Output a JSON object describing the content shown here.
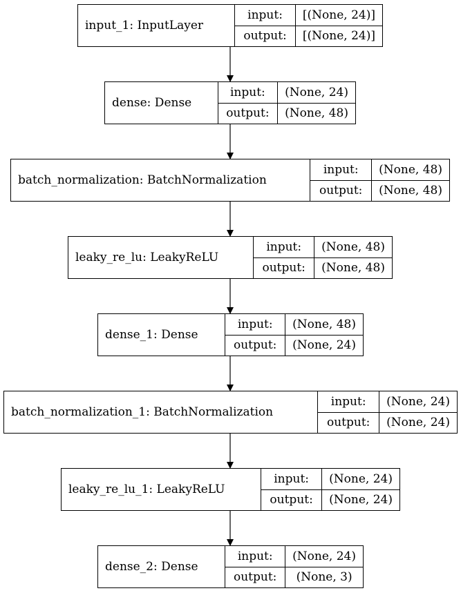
{
  "layers": [
    {
      "name": "input_1: InputLayer",
      "input_label": "input:",
      "output_label": "output:",
      "input_shape": "[(None, 24)]",
      "output_shape": "[(None, 24)]"
    },
    {
      "name": "dense: Dense",
      "input_label": "input:",
      "output_label": "output:",
      "input_shape": "(None, 24)",
      "output_shape": "(None, 48)"
    },
    {
      "name": "batch_normalization: BatchNormalization",
      "input_label": "input:",
      "output_label": "output:",
      "input_shape": "(None, 48)",
      "output_shape": "(None, 48)"
    },
    {
      "name": "leaky_re_lu: LeakyReLU",
      "input_label": "input:",
      "output_label": "output:",
      "input_shape": "(None, 48)",
      "output_shape": "(None, 48)"
    },
    {
      "name": "dense_1: Dense",
      "input_label": "input:",
      "output_label": "output:",
      "input_shape": "(None, 48)",
      "output_shape": "(None, 24)"
    },
    {
      "name": "batch_normalization_1: BatchNormalization",
      "input_label": "input:",
      "output_label": "output:",
      "input_shape": "(None, 24)",
      "output_shape": "(None, 24)"
    },
    {
      "name": "leaky_re_lu_1: LeakyReLU",
      "input_label": "input:",
      "output_label": "output:",
      "input_shape": "(None, 24)",
      "output_shape": "(None, 24)"
    },
    {
      "name": "dense_2: Dense",
      "input_label": "input:",
      "output_label": "output:",
      "input_shape": "(None, 24)",
      "output_shape": "(None, 3)"
    }
  ]
}
